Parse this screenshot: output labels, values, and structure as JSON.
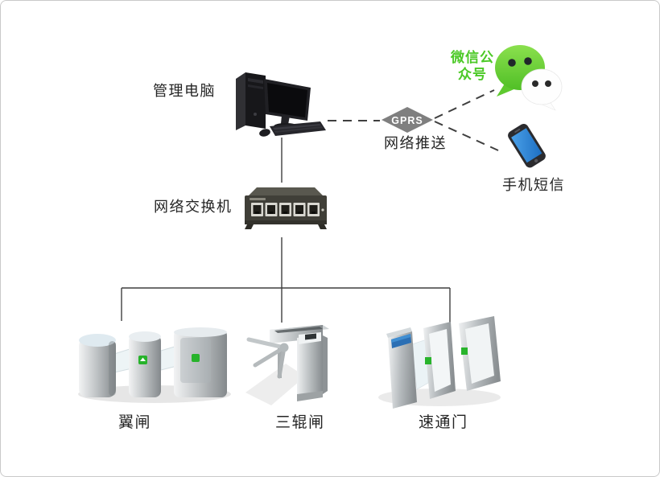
{
  "nodes": {
    "management_pc": {
      "label": "管理电脑"
    },
    "network_switch": {
      "label": "网络交换机"
    },
    "gprs": {
      "label": "GPRS",
      "sublabel": "网络推送",
      "fill": "#7f7f7f",
      "text_color": "#ffffff"
    },
    "wechat": {
      "label": "微信公众号",
      "label_line1": "微信公",
      "label_line2": "众号",
      "brand_color": "#4cc927"
    },
    "sms": {
      "label": "手机短信",
      "screen_color": "#2e86d4"
    },
    "gates": [
      {
        "label": "翼闸"
      },
      {
        "label": "三辊闸"
      },
      {
        "label": "速通门"
      }
    ]
  },
  "edges": [
    {
      "from": "management_pc",
      "to": "gprs",
      "style": "dashed"
    },
    {
      "from": "gprs",
      "to": "wechat",
      "style": "dashed"
    },
    {
      "from": "gprs",
      "to": "sms",
      "style": "dashed"
    },
    {
      "from": "management_pc",
      "to": "network_switch",
      "style": "solid"
    },
    {
      "from": "network_switch",
      "to": "flap_barrier",
      "style": "solid"
    },
    {
      "from": "network_switch",
      "to": "tripod_turnstile",
      "style": "solid"
    },
    {
      "from": "network_switch",
      "to": "speed_gate",
      "style": "solid"
    }
  ]
}
